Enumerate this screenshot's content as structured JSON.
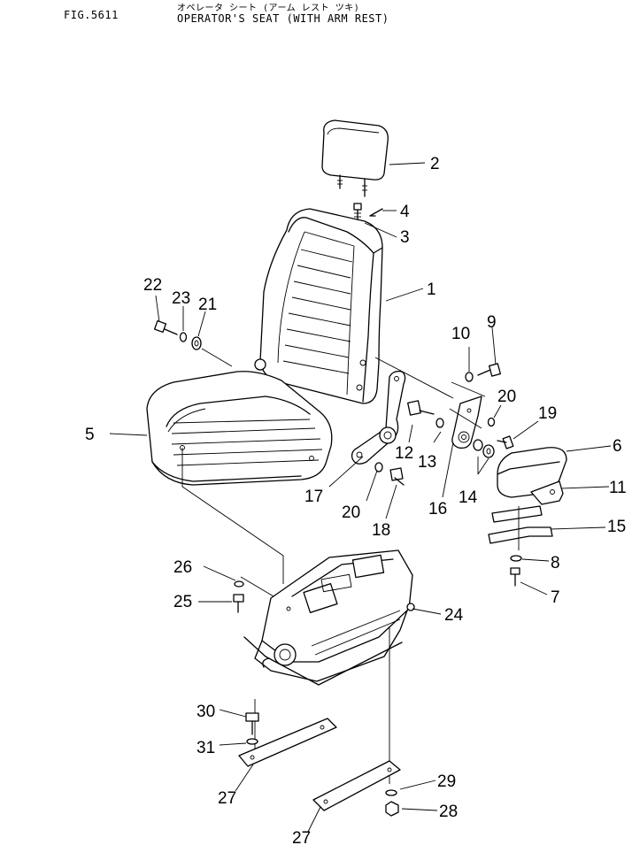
{
  "header": {
    "figure_id": "FIG.5611",
    "title_jp": "オペレータ シート (アーム レスト ツキ)",
    "title_en": "OPERATOR'S SEAT (WITH ARM REST)"
  },
  "callouts": {
    "c1": "1",
    "c2": "2",
    "c3": "3",
    "c4": "4",
    "c5": "5",
    "c6": "6",
    "c7": "7",
    "c8": "8",
    "c9": "9",
    "c10": "10",
    "c11": "11",
    "c12": "12",
    "c13": "13",
    "c14": "14",
    "c15": "15",
    "c16": "16",
    "c17": "17",
    "c18": "18",
    "c19": "19",
    "c20a": "20",
    "c20b": "20",
    "c21": "21",
    "c22": "22",
    "c23": "23",
    "c24": "24",
    "c25": "25",
    "c26": "26",
    "c27a": "27",
    "c27b": "27",
    "c28": "28",
    "c29": "29",
    "c30": "30",
    "c31": "31"
  }
}
